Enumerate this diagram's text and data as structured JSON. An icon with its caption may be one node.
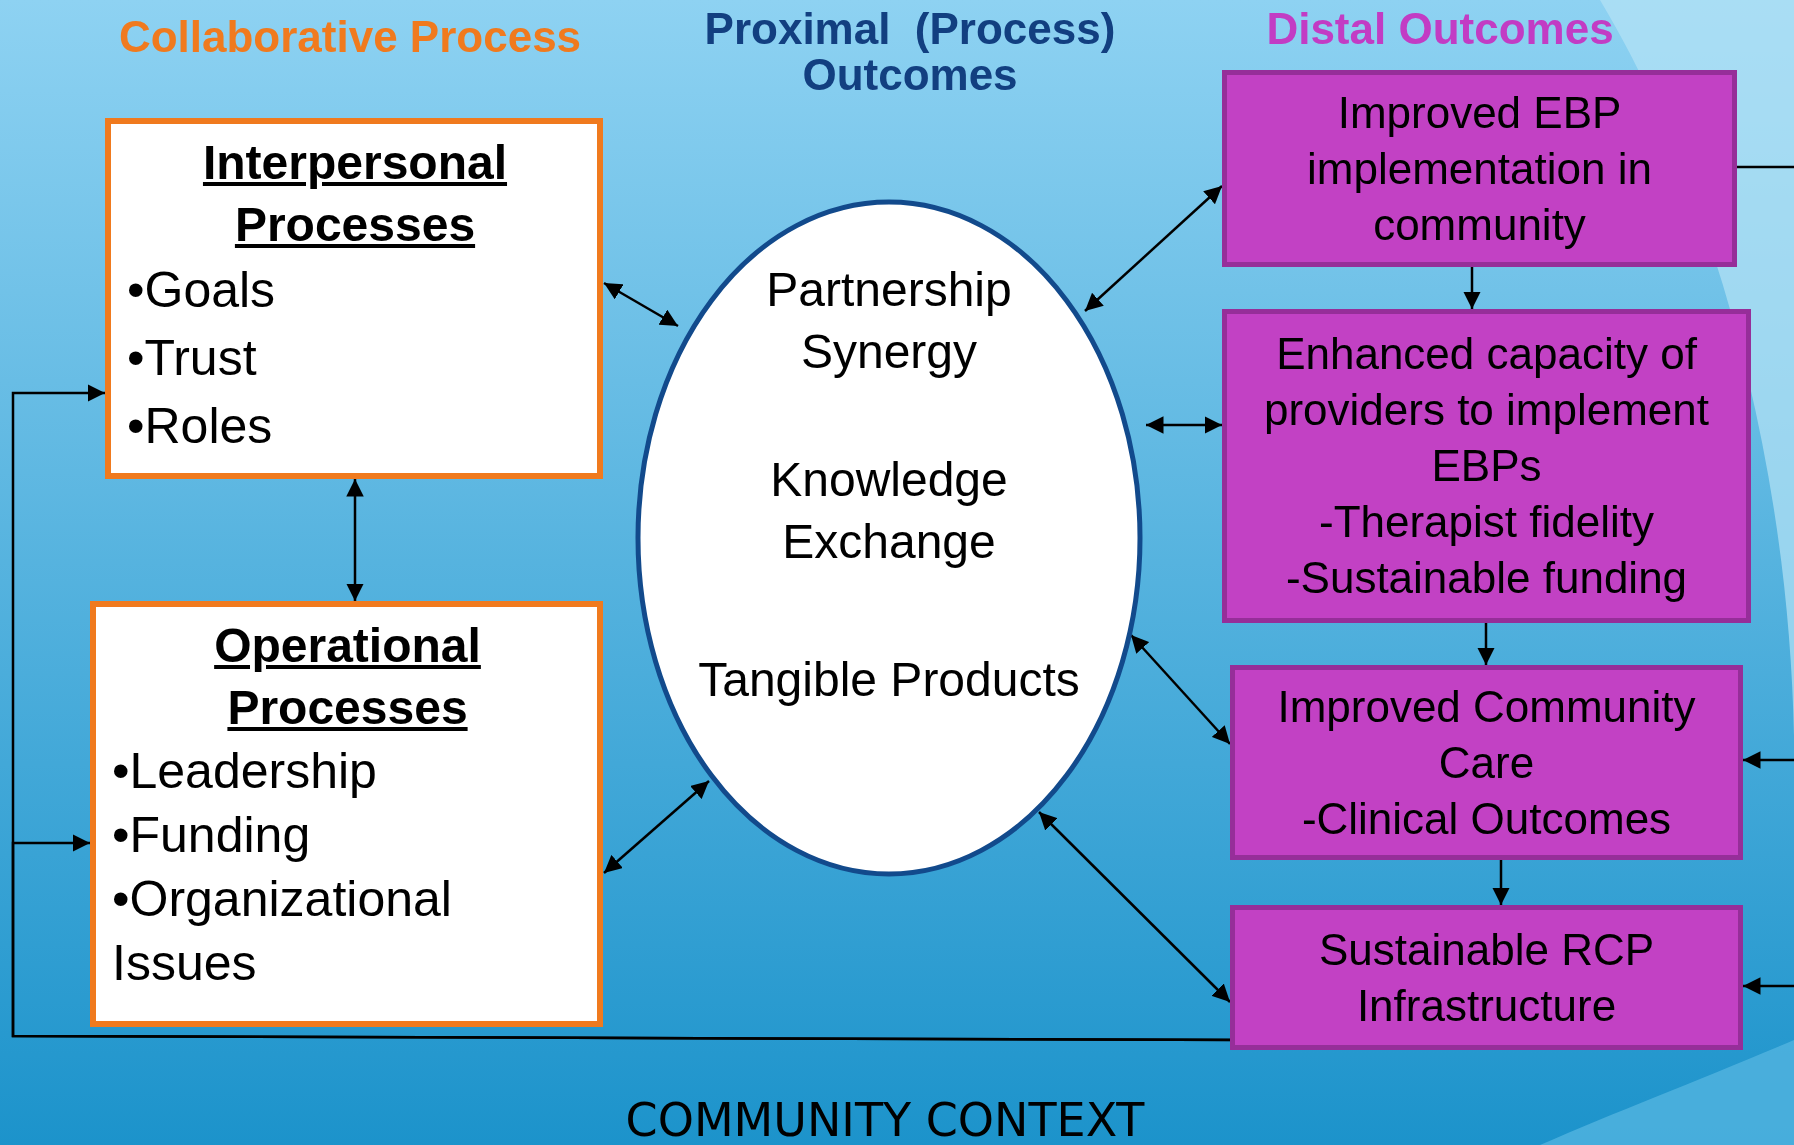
{
  "diagram": {
    "nodes": [
      {
        "text": [
          "Interpersonal Processes",
          "•Goals",
          "•Trust",
          "•Roles"
        ]
      },
      {
        "text": [
          "Operational Processes",
          "•Leadership",
          "•Funding",
          "•Organizational Issues"
        ]
      },
      {
        "text": [
          "Partnership Synergy",
          "Knowledge Exchange",
          "Tangible Products"
        ]
      },
      {
        "text": [
          "Improved EBP implementation in community"
        ]
      },
      {
        "text": [
          "Enhanced capacity of providers to implement EBPs",
          "-Therapist fidelity",
          "-Sustainable funding"
        ]
      },
      {
        "text": [
          "Improved Community Care",
          "-Clinical Outcomes"
        ]
      },
      {
        "text": [
          "Sustainable RCP Infrastructure"
        ]
      }
    ],
    "edges": [
      {
        "from": 0,
        "to": 2,
        "arrow": "both"
      },
      {
        "from": 1,
        "to": 2,
        "arrow": "both"
      },
      {
        "from": 0,
        "to": 1,
        "arrow": "both"
      },
      {
        "from": 2,
        "to": 3,
        "arrow": "both"
      },
      {
        "from": 2,
        "to": 4,
        "arrow": "both"
      },
      {
        "from": 2,
        "to": 5,
        "arrow": "both"
      },
      {
        "from": 2,
        "to": 6,
        "arrow": "both"
      },
      {
        "from": 3,
        "to": 4,
        "arrow": "to"
      },
      {
        "from": 4,
        "to": 5,
        "arrow": "to"
      },
      {
        "from": 5,
        "to": 6,
        "arrow": "to"
      },
      {
        "from": 6,
        "to": 0,
        "arrow": "to"
      },
      {
        "from": 6,
        "to": 1,
        "arrow": "to"
      },
      {
        "from": 3,
        "to": null,
        "arrow": "none"
      },
      {
        "from": null,
        "to": 5,
        "arrow": "to"
      },
      {
        "from": null,
        "to": 6,
        "arrow": "to"
      }
    ],
    "labels": [
      "Collaborative Process",
      "Proximal  (Process) Outcomes",
      "Distal Outcomes",
      "COMMUNITY CONTEXT"
    ]
  }
}
